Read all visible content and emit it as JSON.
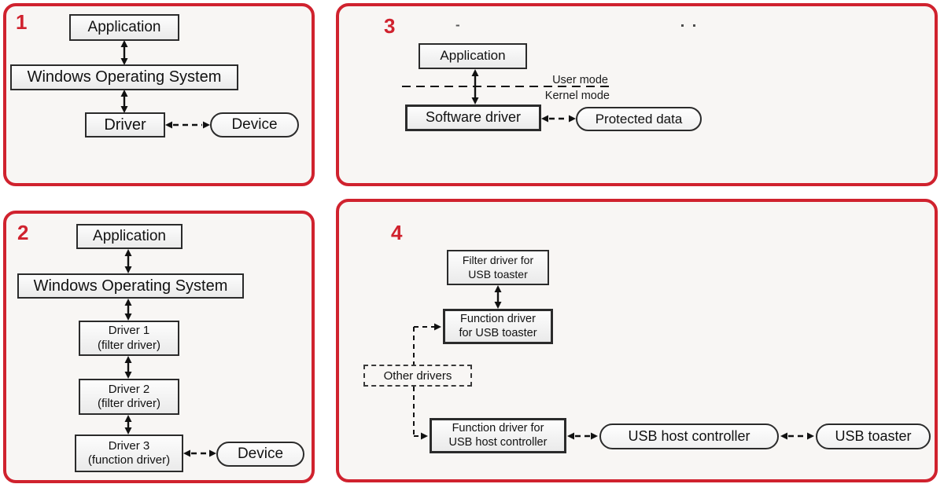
{
  "colors": {
    "accent_red": "#d0222e",
    "panel_bg": "#f8f6f4",
    "box_border": "#2b2b2b",
    "text": "#121212"
  },
  "panel1": {
    "number": "1",
    "application": "Application",
    "os": "Windows Operating System",
    "driver": "Driver",
    "device": "Device",
    "edges": [
      {
        "from": "Application",
        "to": "Windows Operating System",
        "type": "solid-double-arrow"
      },
      {
        "from": "Windows Operating System",
        "to": "Driver",
        "type": "solid-double-arrow"
      },
      {
        "from": "Driver",
        "to": "Device",
        "type": "dashed-double-arrow"
      }
    ]
  },
  "panel2": {
    "number": "2",
    "application": "Application",
    "os": "Windows Operating System",
    "driver1": "Driver 1\n(filter driver)",
    "driver2": "Driver 2\n(filter driver)",
    "driver3": "Driver 3\n(function driver)",
    "device": "Device",
    "edges": [
      {
        "from": "Application",
        "to": "Windows Operating System",
        "type": "solid-double-arrow"
      },
      {
        "from": "Windows Operating System",
        "to": "Driver 1 (filter driver)",
        "type": "solid-double-arrow"
      },
      {
        "from": "Driver 1 (filter driver)",
        "to": "Driver 2 (filter driver)",
        "type": "solid-double-arrow"
      },
      {
        "from": "Driver 2 (filter driver)",
        "to": "Driver 3 (function driver)",
        "type": "solid-double-arrow"
      },
      {
        "from": "Driver 3 (function driver)",
        "to": "Device",
        "type": "dashed-double-arrow"
      }
    ]
  },
  "panel3": {
    "number": "3",
    "application": "Application",
    "user_mode": "User mode",
    "kernel_mode": "Kernel mode",
    "software_driver": "Software driver",
    "protected_data": "Protected data",
    "stray_dash": "-",
    "edges": [
      {
        "from": "Application",
        "to": "Software driver",
        "type": "solid-double-arrow",
        "note": "crosses user/kernel mode boundary"
      },
      {
        "from": "Software driver",
        "to": "Protected data",
        "type": "dashed-double-arrow"
      }
    ]
  },
  "panel4": {
    "number": "4",
    "filter_driver": "Filter driver for\nUSB toaster",
    "function_driver_toaster": "Function driver\nfor USB toaster",
    "other_drivers": "Other drivers",
    "function_driver_host": "Function driver for\nUSB host controller",
    "usb_host_controller": "USB host controller",
    "usb_toaster": "USB toaster",
    "edges": [
      {
        "from": "Filter driver for USB toaster",
        "to": "Function driver for USB toaster",
        "type": "solid-double-arrow"
      },
      {
        "from": "Other drivers",
        "to": "Function driver for USB toaster",
        "type": "dashed-arrow"
      },
      {
        "from": "Other drivers",
        "to": "Function driver for USB host controller",
        "type": "dashed-arrow"
      },
      {
        "from": "Function driver for USB host controller",
        "to": "USB host controller",
        "type": "dashed-double-arrow"
      },
      {
        "from": "USB host controller",
        "to": "USB toaster",
        "type": "dashed-double-arrow"
      }
    ]
  }
}
